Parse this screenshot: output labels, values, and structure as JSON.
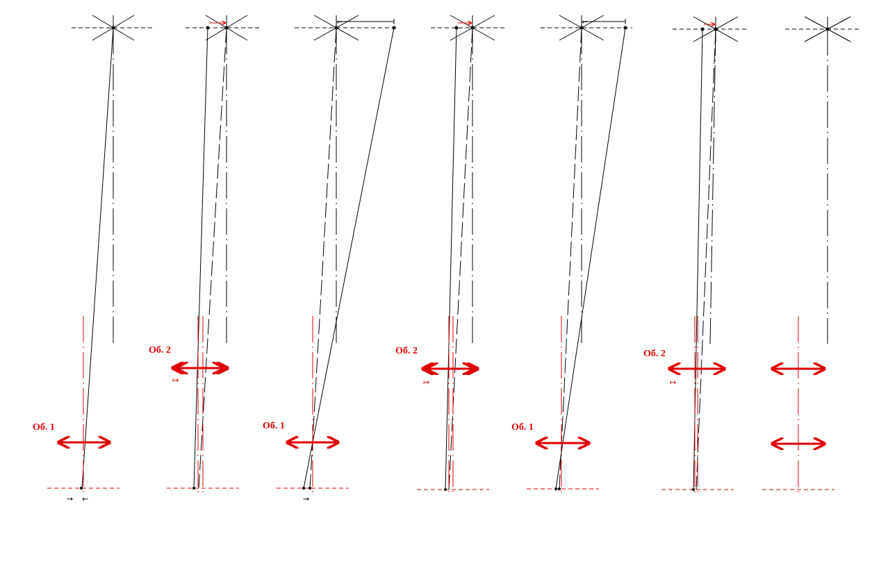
{
  "colors": {
    "black": "#000000",
    "red": "#e00000",
    "background": "#ffffff"
  },
  "labels": {
    "ob1": "Об. 1",
    "ob2": "Об. 2"
  },
  "panels": [
    {
      "id": "p1",
      "lenses": [
        "ob1"
      ]
    },
    {
      "id": "p2",
      "lenses": [
        "ob2"
      ]
    },
    {
      "id": "p3",
      "lenses": [
        "ob1"
      ]
    },
    {
      "id": "p4",
      "lenses": [
        "ob2"
      ]
    },
    {
      "id": "p5",
      "lenses": [
        "ob1"
      ]
    },
    {
      "id": "p6",
      "lenses": [
        "ob2"
      ]
    },
    {
      "id": "p7",
      "lenses": []
    }
  ]
}
